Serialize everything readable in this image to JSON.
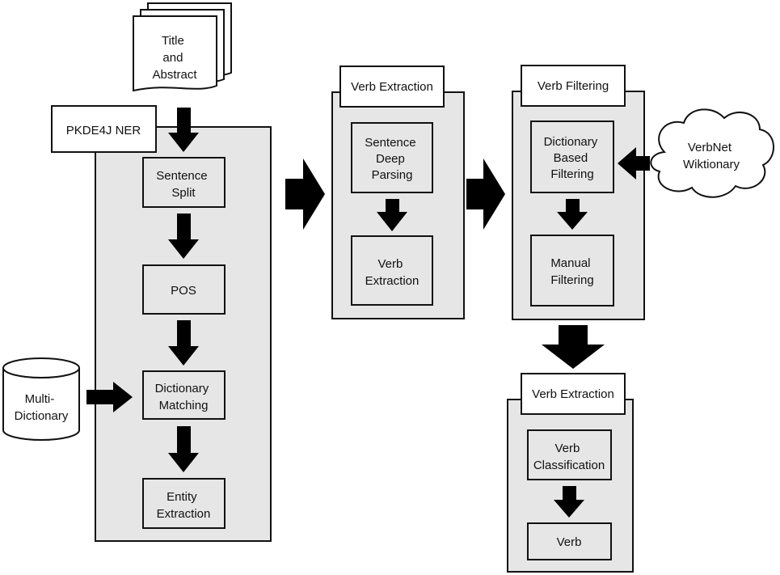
{
  "input_doc": {
    "lines": [
      "Title",
      "and",
      "Abstract"
    ]
  },
  "ner_panel": {
    "title": "PKDE4J NER",
    "steps": [
      {
        "lines": [
          "Sentence",
          "Split"
        ]
      },
      {
        "lines": [
          "POS"
        ]
      },
      {
        "lines": [
          "Dictionary",
          "Matching"
        ]
      },
      {
        "lines": [
          "Entity",
          "Extraction"
        ]
      }
    ]
  },
  "multi_dictionary": {
    "lines": [
      "Multi-",
      "Dictionary"
    ]
  },
  "verb_extraction_panel": {
    "title": "Verb  Extraction",
    "steps": [
      {
        "lines": [
          "Sentence",
          "Deep",
          "Parsing"
        ]
      },
      {
        "lines": [
          "Verb",
          "Extraction"
        ]
      }
    ]
  },
  "verb_filtering_panel": {
    "title": "Verb  Filtering",
    "steps": [
      {
        "lines": [
          "Dictionary",
          "Based",
          "Filtering"
        ]
      },
      {
        "lines": [
          "Manual",
          "Filtering"
        ]
      }
    ]
  },
  "cloud": {
    "lines": [
      "VerbNet",
      "Wiktionary"
    ]
  },
  "verb_classification_panel": {
    "title": "Verb  Extraction",
    "steps": [
      {
        "lines": [
          "Verb",
          "Classification"
        ]
      },
      {
        "lines": [
          "Verb"
        ]
      }
    ]
  },
  "colors": {
    "panel_fill": "#e6e6e6",
    "stroke": "#111111",
    "arrow": "#000000"
  }
}
